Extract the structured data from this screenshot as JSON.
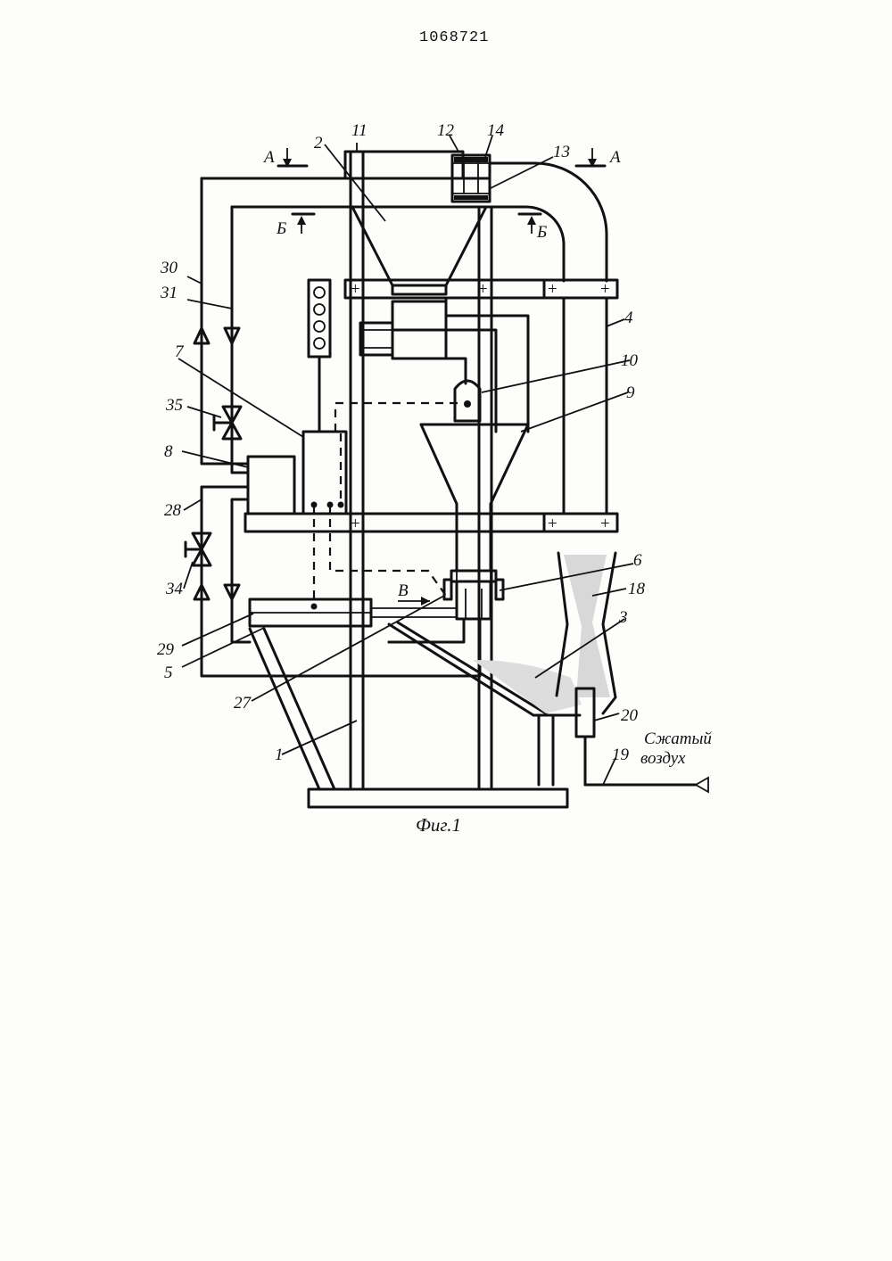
{
  "document_number": "1068721",
  "figure_caption": "Фиг.1",
  "section_markers": {
    "a": "А",
    "b": "Б",
    "flow": "В"
  },
  "air_supply_label": [
    "Сжатый",
    "воздух"
  ],
  "part_labels": {
    "p1": "1",
    "p2": "2",
    "p3": "3",
    "p4": "4",
    "p5": "5",
    "p6": "6",
    "p7": "7",
    "p8": "8",
    "p9": "9",
    "p10": "10",
    "p11": "11",
    "p12": "12",
    "p13": "13",
    "p14": "14",
    "p18": "18",
    "p19": "19",
    "p20": "20",
    "p27": "27",
    "p28": "28",
    "p29": "29",
    "p30": "30",
    "p31": "31",
    "p34": "34",
    "p35": "35"
  },
  "colors": {
    "ink": "#111111",
    "paper": "#fdfdfb"
  }
}
